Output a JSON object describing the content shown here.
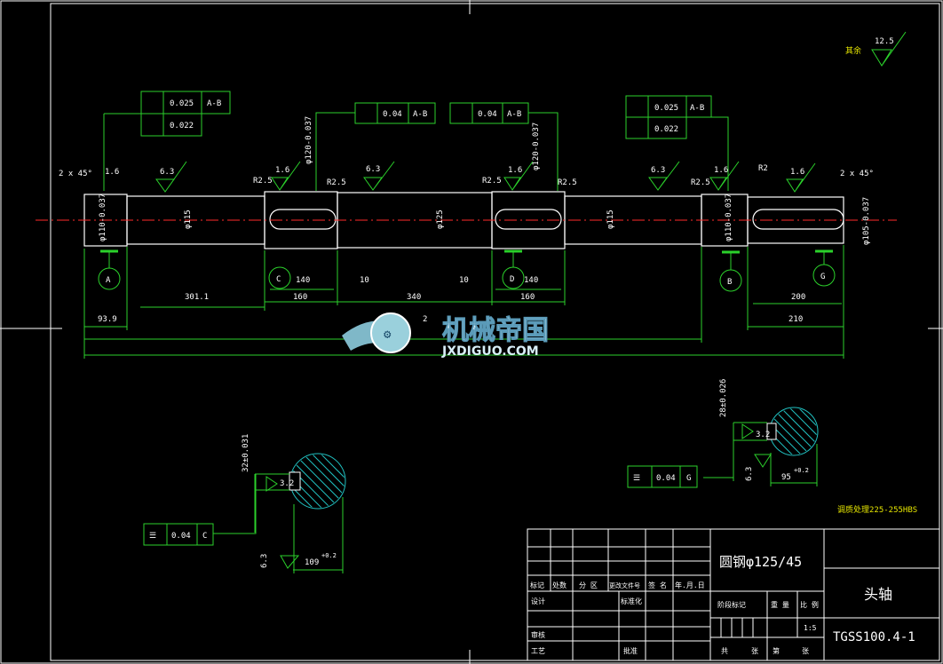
{
  "colors": {
    "background": "#000000",
    "outline": "#ffffff",
    "dimension": "#2bd12b",
    "center_line": "#ff2a2a",
    "hatch": "#20c0c0",
    "yellow_text": "#e6e600"
  },
  "watermark": {
    "name": "机械帝国",
    "domain": "JXDIGUO.COM"
  },
  "roughness_default": {
    "label": "其余",
    "value": "12.5"
  },
  "tolerances": {
    "frame1": {
      "runout": "0.025",
      "datum": "A-B",
      "coaxial": "0.022"
    },
    "frame2": {
      "runout": "0.04",
      "datum": "A-B"
    },
    "frame3": {
      "runout": "0.04",
      "datum": "A-B"
    },
    "frame4": {
      "runout": "0.025",
      "datum": "A-B",
      "coaxial": "0.022"
    },
    "sym_c": {
      "value": "0.04",
      "datum": "C"
    },
    "sym_g": {
      "value": "0.04",
      "datum": "G"
    }
  },
  "datums": {
    "a": "A",
    "c": "C",
    "d": "D",
    "b": "B",
    "g": "G"
  },
  "labels": {
    "chamfer_left": "2 x 45°",
    "chamfer_right": "2 x 45°",
    "rough_1_6": "1.6",
    "rough_6_3": "6.3",
    "fillet_r2": "R2.5",
    "fillet_r2b": "R2",
    "dia_115": "φ115",
    "dia_125": "φ125",
    "dia_110": "φ110-0.037",
    "dia_120": "φ120-0.037",
    "dia_105": "φ105-0.037",
    "dim_301": "301.1",
    "dim_140a": "140",
    "dim_160a": "160",
    "dim_10a": "10",
    "dim_340": "340",
    "dim_10b": "10",
    "dim_140b": "140",
    "dim_160b": "160",
    "dim_200": "200",
    "dim_210": "210",
    "dim_93": "93.9",
    "dim_2": "2",
    "sec1_32": "32±0.031",
    "sec1_3": "3.2",
    "sec1_63": "6.3",
    "sec1_109": "109",
    "sec1_109tol": "+0.2",
    "sec2_28": "28±0.026",
    "sec2_3": "3.2",
    "sec2_63": "6.3",
    "sec2_95": "95",
    "sec2_95tol": "+0.2",
    "heat_treat": "调质处理225-255HBS"
  },
  "title_block": {
    "material": "圆钢φ125/45",
    "part_name": "头轴",
    "drawing_no": "TGSS100.4-1",
    "header_labels": [
      "标记",
      "处数",
      "分 区",
      "更改文件号",
      "签 名",
      "年.月.日"
    ],
    "design": "设计",
    "standard": "标准化",
    "stage_mark": "阶段标记",
    "weight": "重 量",
    "scale": "比 例",
    "scale_value": "1:5",
    "check": "审核",
    "process": "工艺",
    "approve": "批准",
    "total": "共",
    "sheets": "张",
    "sheet_no": "第",
    "sheet": "张"
  }
}
